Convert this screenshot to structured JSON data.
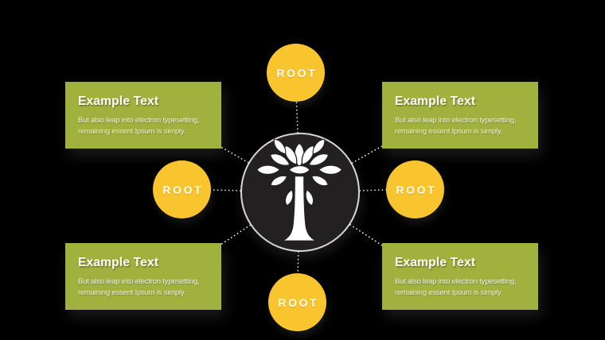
{
  "slide": {
    "kind": "radial tree diagram",
    "background": "#000000"
  },
  "colors": {
    "background": "#000000",
    "box_green": "#A0B23D",
    "circle_yellow": "#F9C52F",
    "center_dark": "#232021",
    "ring_gray": "#D6D6D6",
    "connector_white": "#FFFFFF",
    "title_white": "#FFFFFF",
    "body_cream": "#F0F2E3"
  },
  "center_node": {
    "icon": "tree-icon"
  },
  "roots": [
    {
      "position": "top",
      "label": "ROOT"
    },
    {
      "position": "left",
      "label": "ROOT"
    },
    {
      "position": "right",
      "label": "ROOT"
    },
    {
      "position": "bottom",
      "label": "ROOT"
    }
  ],
  "boxes": [
    {
      "position": "top-left",
      "title": "Example Text",
      "body_line1": "But also leap into electron typesetting,",
      "body_line2": "remaining essent Ipsum is simply."
    },
    {
      "position": "top-right",
      "title": "Example Text",
      "body_line1": "But also leap into electron typesetting,",
      "body_line2": "remaining essent Ipsum is simply."
    },
    {
      "position": "bottom-left",
      "title": "Example Text",
      "body_line1": "But also leap into electron typesetting,",
      "body_line2": "remaining essent Ipsum is simply."
    },
    {
      "position": "bottom-right",
      "title": "Example Text",
      "body_line1": "But also leap into electron typesetting,",
      "body_line2": "remaining essent Ipsum is simply."
    }
  ]
}
